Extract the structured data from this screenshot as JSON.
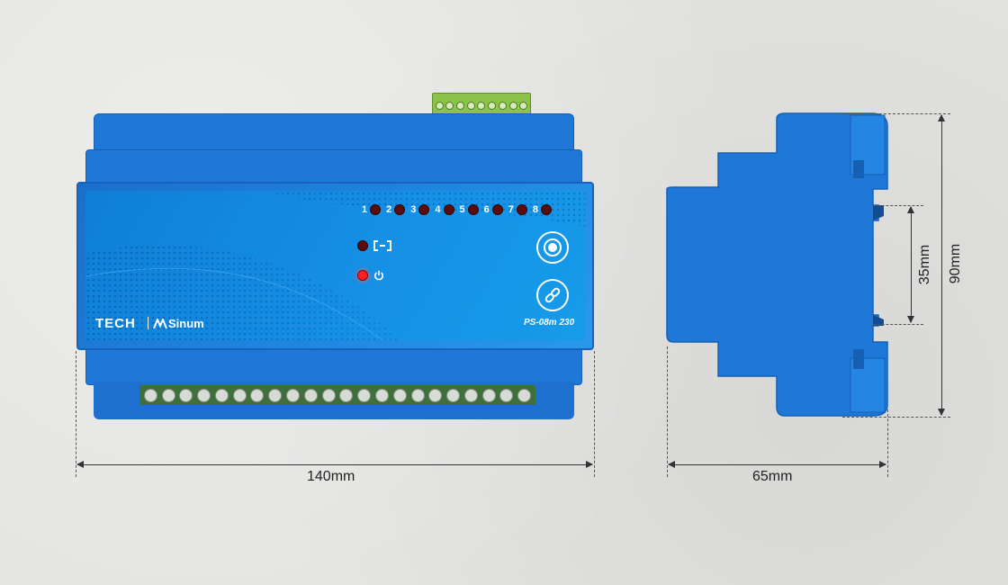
{
  "device": {
    "brand": "TECH",
    "subbrand": "Sinum",
    "model": "PS-08m 230",
    "channels": [
      "1",
      "2",
      "3",
      "4",
      "5",
      "6",
      "7",
      "8"
    ],
    "status_icon": "link-status-icon",
    "power_icon": "power-icon",
    "button_top_icon": "radio-button-icon",
    "button_bottom_icon": "chain-link-icon"
  },
  "dimensions": {
    "width": "140mm",
    "depth": "65mm",
    "height": "90mm",
    "rail": "35mm"
  },
  "colors": {
    "housing": "#1f78d8",
    "faceplate": "#1591e6",
    "terminal_green": "#8bc34a",
    "led_off": "#5a0d0d",
    "led_on": "#ff2121"
  }
}
